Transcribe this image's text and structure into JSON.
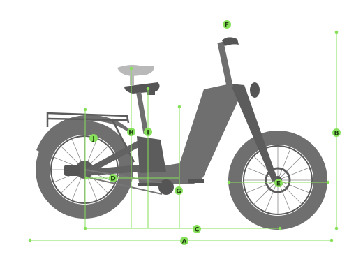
{
  "diagram": {
    "subject": "step-through fat-tire e-bike side profile with dimension callouts",
    "colors": {
      "bike": "#6f6f6f",
      "bike_dark": "#4d4d4d",
      "ghost_seat": "#b9b9b9",
      "measure": "#86e05a",
      "label_text": "#1e3b12"
    },
    "labels": {
      "A": "A",
      "B": "B",
      "C": "C",
      "D": "D",
      "E": "E",
      "F": "F",
      "G": "G",
      "H": "H",
      "I": "I",
      "J": "J"
    }
  }
}
